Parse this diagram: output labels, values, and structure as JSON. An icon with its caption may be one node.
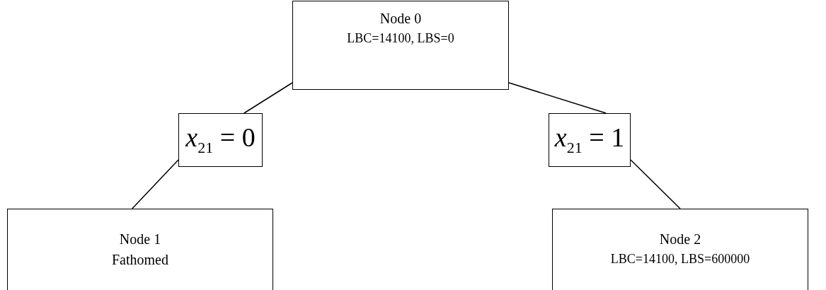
{
  "diagram": {
    "nodes": [
      {
        "text": [
          "Node 0",
          "LBC=14100, LBS=0"
        ]
      },
      {
        "text": [
          "*x*$_{21}$ = 0"
        ]
      },
      {
        "text": [
          "*x*$_{21}$ = 1"
        ]
      },
      {
        "text": [
          "Node 1",
          "Fathomed"
        ]
      },
      {
        "text": [
          "Node 2",
          "LBC=14100, LBS=600000"
        ]
      }
    ],
    "edges": [
      {
        "from": 0,
        "to": 1,
        "arrow": "none"
      },
      {
        "from": 0,
        "to": 2,
        "arrow": "none"
      },
      {
        "from": 1,
        "to": 3,
        "arrow": "none"
      },
      {
        "from": 2,
        "to": 4,
        "arrow": "none"
      }
    ]
  }
}
